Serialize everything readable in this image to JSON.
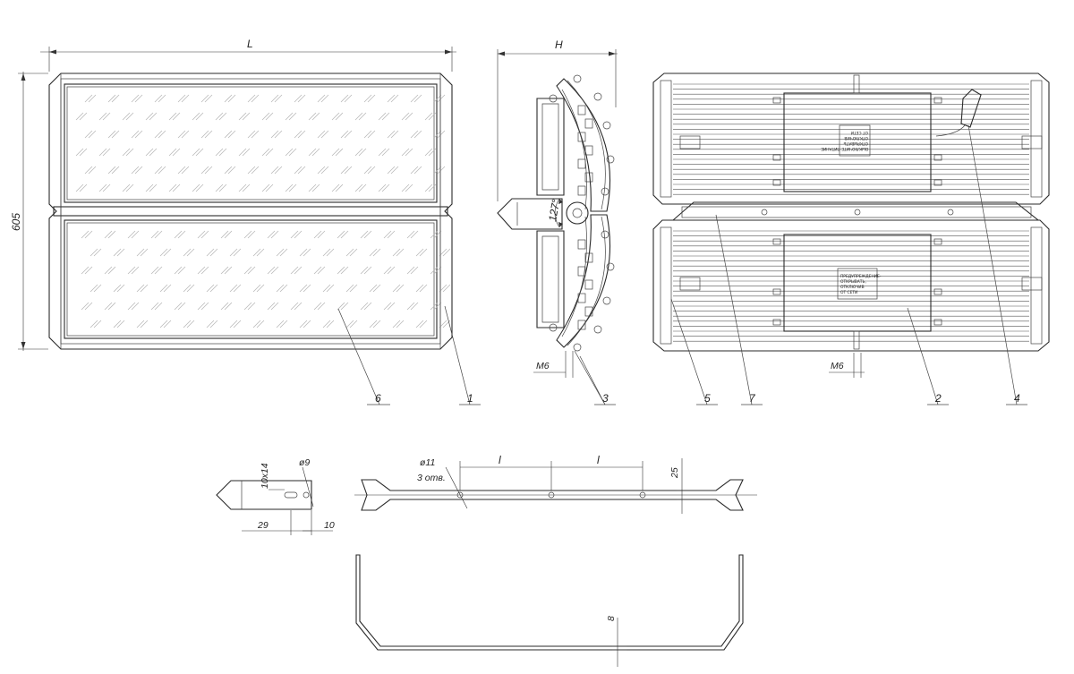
{
  "dimensions": {
    "length": "L",
    "height_605": "605",
    "depth": "H",
    "angle": "127°",
    "bolt_left": "M6",
    "bolt_back": "M6",
    "bracket_slot": "10x14",
    "bracket_hole": "ø9",
    "bracket_29": "29",
    "bracket_10": "10",
    "bar_hole": "ø11",
    "bar_holes_count": "3 отв.",
    "bar_spacing_1": "l",
    "bar_spacing_2": "l",
    "bar_width": "25",
    "u_thickness": "8"
  },
  "callouts": {
    "c1": "1",
    "c2": "2",
    "c3": "3",
    "c4": "4",
    "c5": "5",
    "c6": "6",
    "c7": "7"
  },
  "plates": {
    "top": [
      "ВЫКЛЮЧИТЕ ПИТАНИЕ",
      "ОТКРЫВАТЬ",
      "ОТКЛЮЧИВ",
      "ОТ СЕТИ"
    ],
    "bottom": [
      "ПРЕДУПРЕЖДЕНИЕ-",
      "ОТКРЫВАТЬ,",
      "ОТКЛЮЧИВ",
      "ОТ СЕТИ"
    ]
  }
}
